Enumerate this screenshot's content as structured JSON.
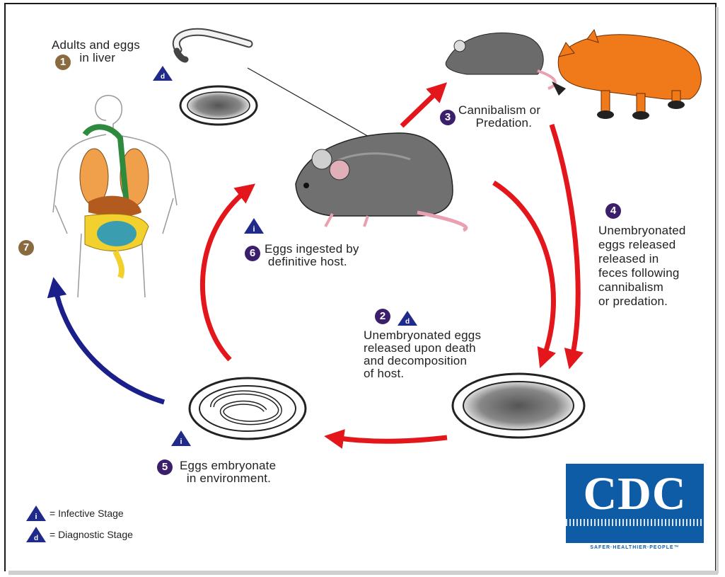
{
  "steps": {
    "s1": {
      "num": "1",
      "text": "Adults and eggs\n        in liver"
    },
    "s2": {
      "num": "2",
      "text": "Unembryonated eggs\nreleased upon death\nand decomposition\nof host."
    },
    "s3": {
      "num": "3",
      "text": "Cannibalism or\n     Predation."
    },
    "s4": {
      "num": "4",
      "text": "Unembryonated\neggs released\nreleased in\nfeces following\ncannibalism\nor predation."
    },
    "s5": {
      "num": "5",
      "text": "Eggs embryonate\n  in environment."
    },
    "s6": {
      "num": "6",
      "text": "Eggs ingested by\n definitive host."
    },
    "s7": {
      "num": "7"
    }
  },
  "legend": {
    "infective_letter": "i",
    "infective_label": "= Infective Stage",
    "diagnostic_letter": "d",
    "diagnostic_label": "= Diagnostic Stage"
  },
  "logo": {
    "word": "CDC",
    "tagline": "SAFER·HEALTHIER·PEOPLE™"
  },
  "colors": {
    "arrow_red": "#e3161b",
    "arrow_blue": "#1b1f8a",
    "badge_brown": "#8a6a3f",
    "badge_navy": "#3b1f6b",
    "cdc_blue": "#0e5ba6"
  }
}
